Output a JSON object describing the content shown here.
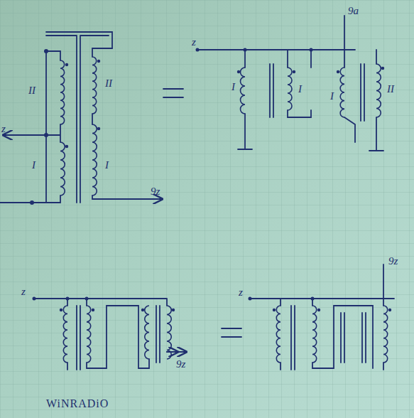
{
  "diagram": {
    "labels": [
      "II",
      "I",
      "II",
      "I",
      "z",
      "9z",
      "z",
      "9a",
      "I",
      "I",
      "I",
      "II",
      "z",
      "9z",
      "z",
      "9z",
      "WiNRADiO"
    ]
  }
}
